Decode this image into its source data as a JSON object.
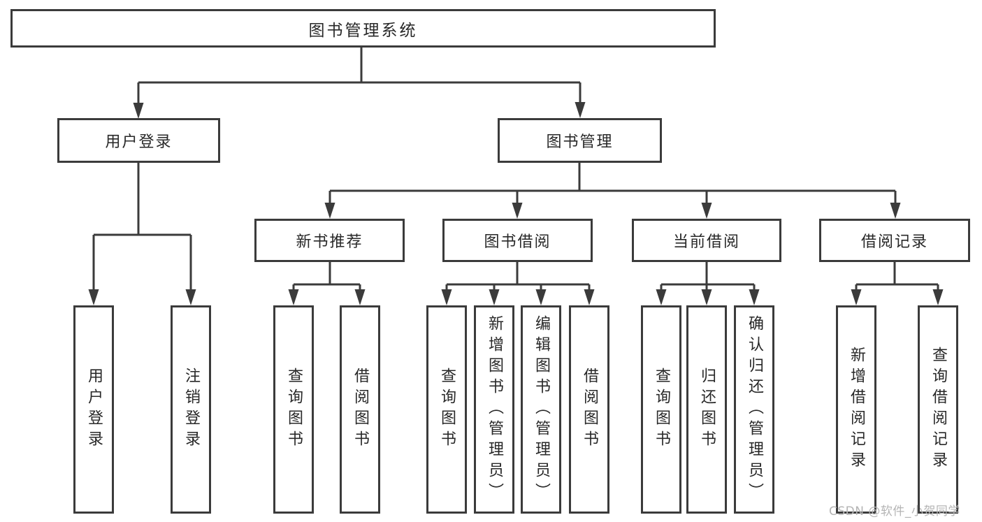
{
  "tree": {
    "root": "图书管理系统",
    "level2": [
      "用户登录",
      "图书管理"
    ],
    "level3": [
      "新书推荐",
      "图书借阅",
      "当前借阅",
      "借阅记录"
    ],
    "leaves": {
      "login": [
        "用户登录",
        "注销登录"
      ],
      "recommend": [
        "查询图书",
        "借阅图书"
      ],
      "borrow": [
        "查询图书",
        "新增图书（管理员）",
        "编辑图书（管理员）",
        "借阅图书"
      ],
      "current": [
        "查询图书",
        "归还图书",
        "确认归还（管理员）"
      ],
      "records": [
        "新增借阅记录",
        "查询借阅记录"
      ]
    }
  },
  "watermark": "CSDN @软件_小贺同学",
  "colors": {
    "line": "#3b3b3b",
    "text": "#282828",
    "watermark": "#b4b4b4",
    "background": "#ffffff"
  }
}
